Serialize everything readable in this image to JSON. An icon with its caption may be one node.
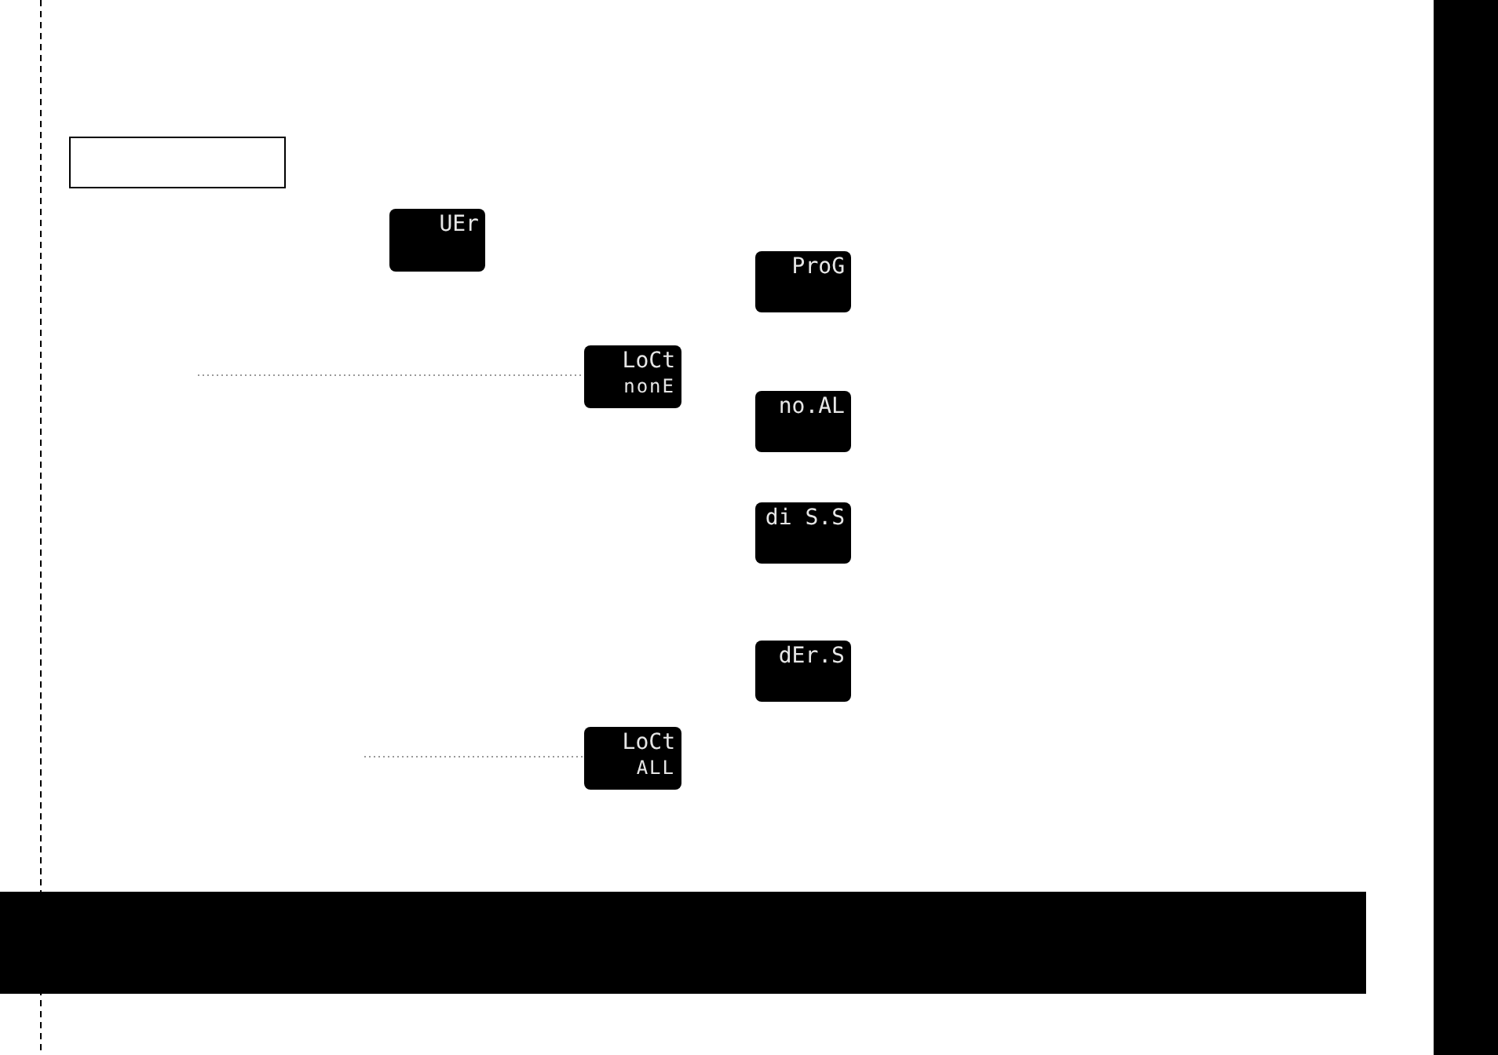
{
  "diagram": {
    "nodes": [
      {
        "text": [],
        "shape": "box"
      },
      {
        "text": [
          "UEr"
        ]
      },
      {
        "text": [
          "LoCt",
          "nonE"
        ]
      },
      {
        "text": [
          "LoCt",
          "ALL"
        ]
      },
      {
        "text": [
          "ProG"
        ]
      },
      {
        "text": [
          "no.AL"
        ]
      },
      {
        "text": [
          "di S.S"
        ]
      },
      {
        "text": [
          "dEr.S"
        ]
      }
    ],
    "edges": [
      {
        "from": null,
        "to": 2,
        "arrow": "none",
        "style": "dashed"
      },
      {
        "from": null,
        "to": 3,
        "arrow": "none",
        "style": "dashed"
      }
    ]
  }
}
